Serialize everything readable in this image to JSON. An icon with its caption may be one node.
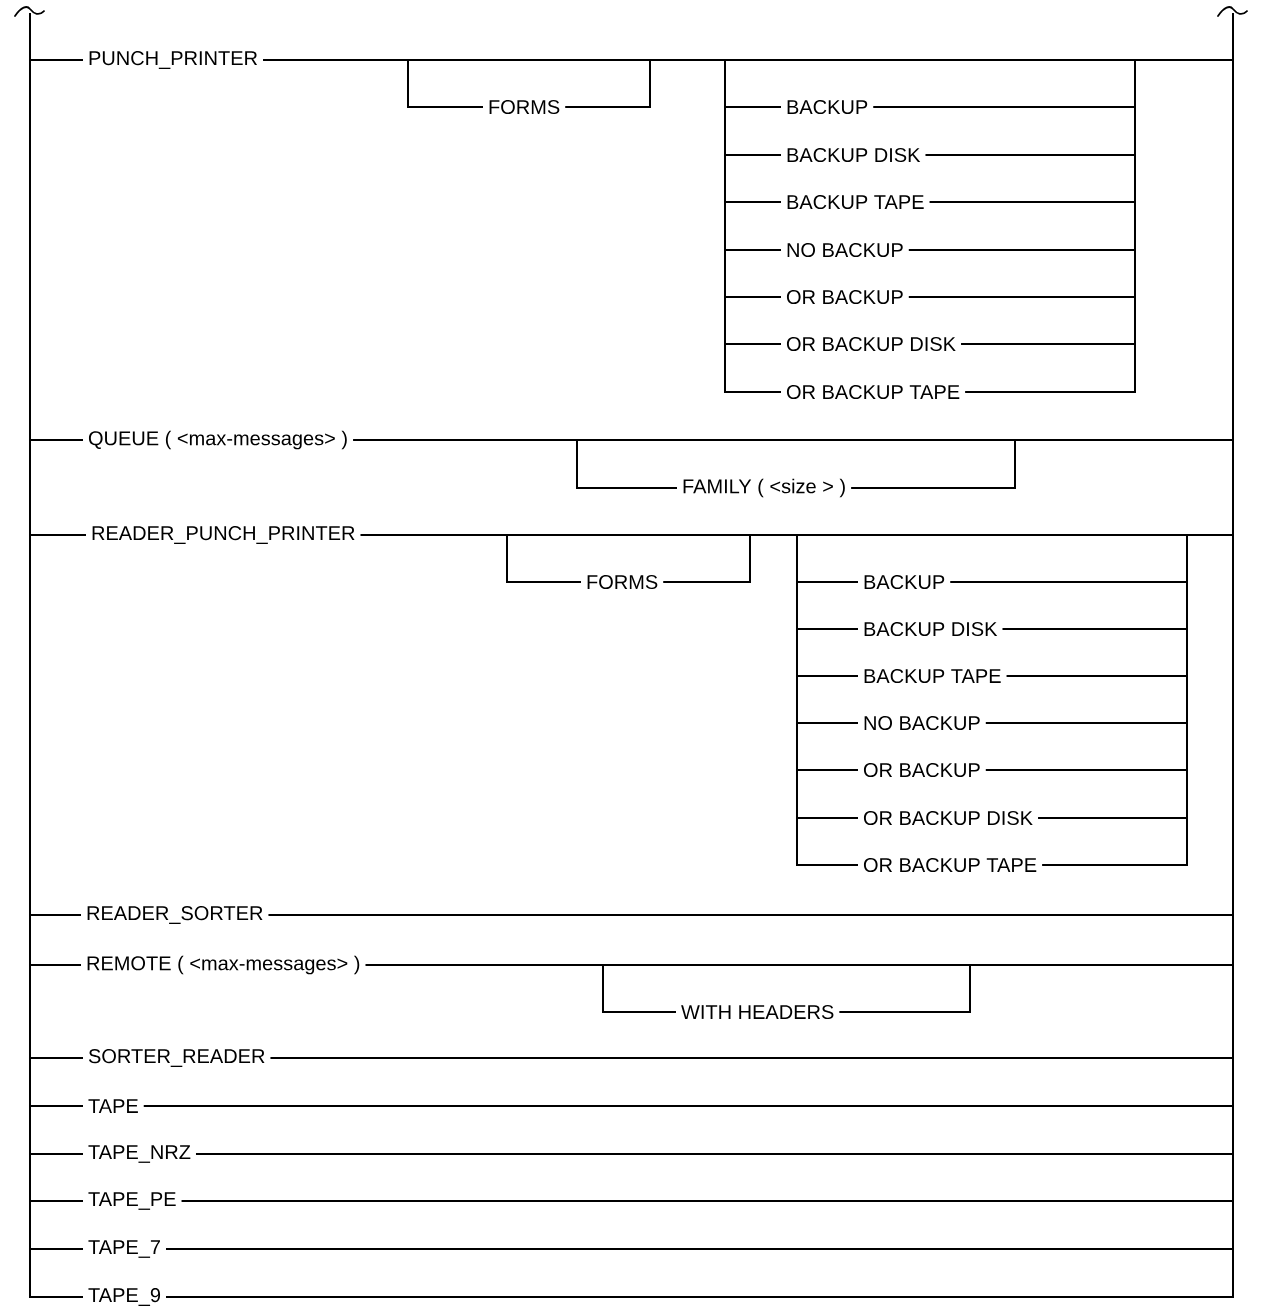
{
  "diagram": {
    "labels": [
      "PUNCH_PRINTER",
      "FORMS",
      "BACKUP",
      "BACKUP DISK",
      "BACKUP TAPE",
      "NO BACKUP",
      "OR BACKUP",
      "OR BACKUP DISK",
      "OR BACKUP TAPE",
      "QUEUE ( <max-messages> )",
      "FAMILY ( <size > )",
      "READER_PUNCH_PRINTER",
      "FORMS",
      "BACKUP",
      "BACKUP DISK",
      "BACKUP TAPE",
      "NO BACKUP",
      "OR BACKUP",
      "OR BACKUP DISK",
      "OR BACKUP TAPE",
      "READER_SORTER",
      "REMOTE ( <max-messages> )",
      "WITH HEADERS",
      "SORTER_READER",
      "TAPE",
      "TAPE_NRZ",
      "TAPE_PE",
      "TAPE_7",
      "TAPE_9"
    ]
  }
}
